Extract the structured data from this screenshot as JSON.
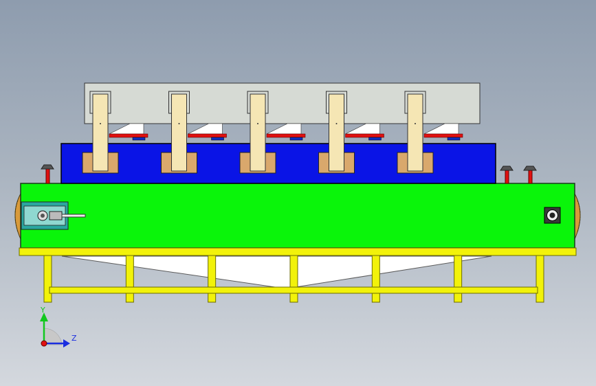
{
  "viewport": {
    "colors": {
      "frame": "#f2f20a",
      "frame_edge": "#6b6b00",
      "main_body": "#0af50a",
      "blue_box": "#0a14e6",
      "upper_plate": "#d6dad4",
      "column": "#f5e6b4",
      "slot": "#d9a86c",
      "red_bar": "#e01010",
      "hopper": "#ffffff"
    },
    "columns_count": 5,
    "legs_count": 7
  },
  "triad": {
    "y_label": "Y",
    "z_label": "Z",
    "y_color": "#12c81e",
    "z_color": "#1a2ee0",
    "origin_color": "#e01010"
  }
}
